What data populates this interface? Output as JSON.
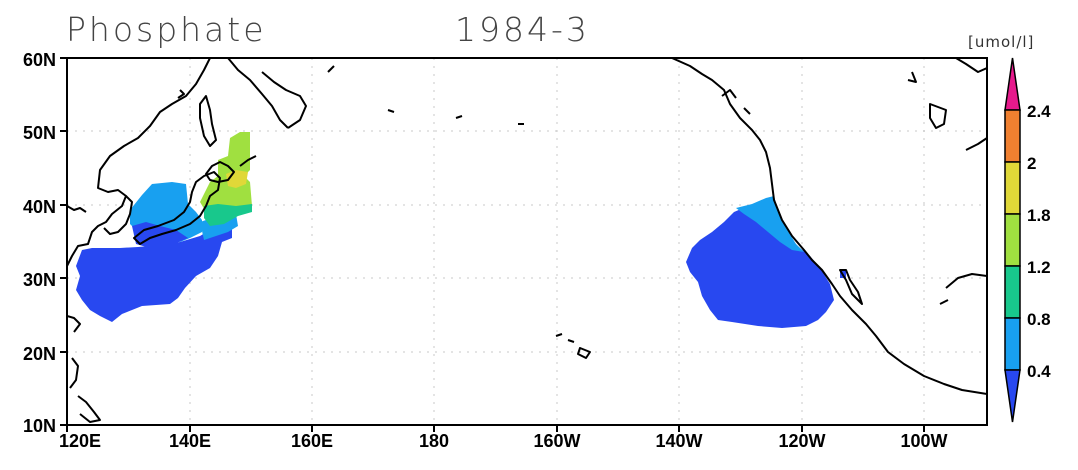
{
  "title": {
    "variable": "Phosphate",
    "date": "1984-3"
  },
  "units": "[umol/l]",
  "colorbar": {
    "labels": [
      "2.4",
      "2",
      "1.8",
      "1.2",
      "0.8",
      "0.4"
    ],
    "colors": [
      "#e61a8c",
      "#f08030",
      "#e0d838",
      "#a0e040",
      "#18c88c",
      "#18a0f0",
      "#2848f0"
    ]
  },
  "axes": {
    "x_ticks": [
      "120E",
      "140E",
      "160E",
      "180",
      "160W",
      "140W",
      "120W",
      "100W"
    ],
    "y_ticks": [
      "60N",
      "50N",
      "40N",
      "30N",
      "20N",
      "10N"
    ]
  },
  "chart_data": {
    "type": "heatmap",
    "projection": "lat-lon",
    "lon_range": [
      120,
      270
    ],
    "lat_range": [
      10,
      60
    ],
    "levels": [
      0.4,
      0.8,
      1.2,
      1.8,
      2.0,
      2.4
    ],
    "fields": [
      {
        "region": "Japan east coast / Kuroshio",
        "value_range": [
          0.0,
          0.4
        ]
      },
      {
        "region": "Sea of Japan / off Honshu",
        "value_range": [
          0.4,
          0.8
        ]
      },
      {
        "region": "off Hokkaido",
        "value_range": [
          1.2,
          2.0
        ]
      },
      {
        "region": "California Current",
        "value_range": [
          0.0,
          0.8
        ]
      }
    ]
  }
}
